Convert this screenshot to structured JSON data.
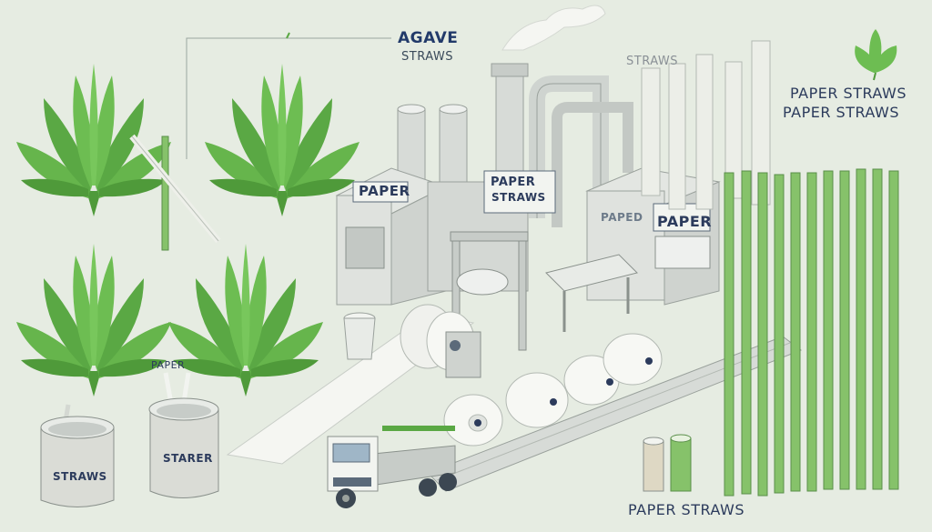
{
  "labels": {
    "title_main": "AGAVE",
    "title_sub": "STRAWS",
    "factory_straws": "STRAWS",
    "paper_straws_1": "PAPER STRAWS",
    "paper_straws_2": "PAPER STRAWS",
    "paper_small": "PAPER",
    "paper_straws_bottom": "PAPER STRAWS"
  },
  "signs": {
    "sign_1": "PAPER",
    "sign_2_line1": "PAPER",
    "sign_2_line2": "STRAWS",
    "sign_3": "PAPED",
    "sign_4": "PAPER"
  },
  "cans": {
    "can_1": "STRAWS",
    "can_2": "STARER"
  },
  "icons": [
    "agave-plant-icon",
    "leaf-icon",
    "factory-icon",
    "paper-roll-icon",
    "truck-icon",
    "straw-icon",
    "can-icon",
    "cup-icon"
  ],
  "colors": {
    "background": "#e6ece2",
    "agave_green": "#5cae45",
    "straw_green": "#86c26a",
    "factory_gray": "#cdd2d0",
    "paper_white": "#f5f6f2",
    "text_navy": "#2c3b5c"
  }
}
